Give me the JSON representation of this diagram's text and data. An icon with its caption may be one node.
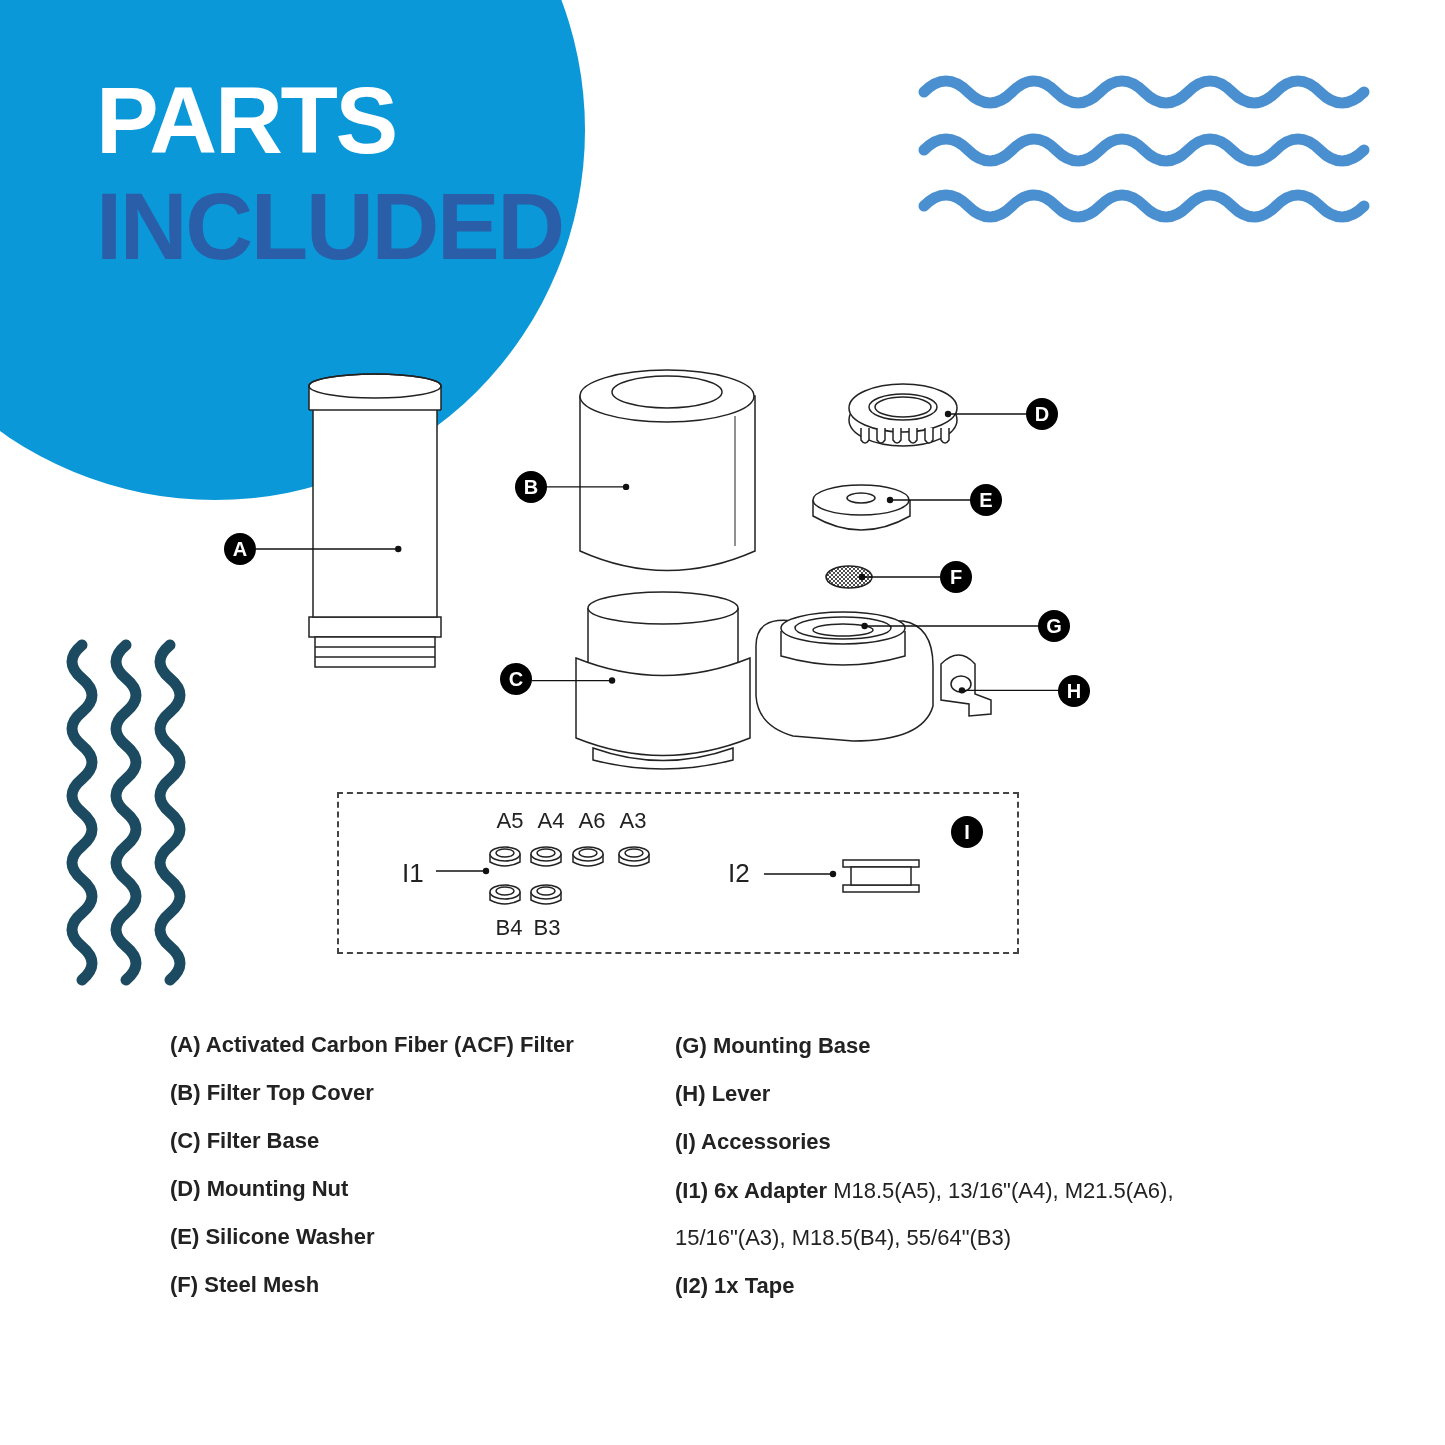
{
  "diagram": {
    "title": "PARTS INCLUDED",
    "nodes": [
      {
        "text": [
          "A"
        ]
      },
      {
        "text": [],
        "shape": "cylinder"
      },
      {
        "text": [
          "B"
        ]
      },
      {
        "text": [],
        "shape": "cylinder"
      },
      {
        "text": [
          "C"
        ]
      },
      {
        "text": [],
        "shape": "picture"
      },
      {
        "text": [
          "D"
        ]
      },
      {
        "text": [],
        "shape": "picture"
      },
      {
        "text": [
          "E"
        ]
      },
      {
        "text": [],
        "shape": "cylinder"
      },
      {
        "text": [
          "F"
        ]
      },
      {
        "text": [],
        "shape": "picture"
      },
      {
        "text": [
          "G"
        ]
      },
      {
        "text": [],
        "shape": "picture"
      },
      {
        "text": [
          "H"
        ]
      },
      {
        "text": [],
        "shape": "picture"
      },
      {
        "text": [],
        "shape": "box"
      },
      {
        "text": [
          "I1"
        ],
        "in": 16
      },
      {
        "text": [],
        "shape": "picture",
        "in": 16,
        "beside": [
          "A5",
          "A4",
          "A6",
          "A3",
          "B4",
          "B3"
        ]
      },
      {
        "text": [
          "I2"
        ],
        "in": 16
      },
      {
        "text": [],
        "shape": "picture",
        "in": 16
      },
      {
        "text": [
          "I"
        ],
        "in": 16
      }
    ],
    "edges": [
      {
        "from": 0,
        "to": 1,
        "arrow": "other"
      },
      {
        "from": 2,
        "to": 3,
        "arrow": "other"
      },
      {
        "from": 4,
        "to": 5,
        "arrow": "other"
      },
      {
        "from": 6,
        "to": 7,
        "arrow": "other"
      },
      {
        "from": 8,
        "to": 9,
        "arrow": "other"
      },
      {
        "from": 10,
        "to": 11,
        "arrow": "other"
      },
      {
        "from": 12,
        "to": 13,
        "arrow": "other"
      },
      {
        "from": 14,
        "to": 15,
        "arrow": "other"
      },
      {
        "from": 17,
        "to": 18,
        "arrow": "other"
      },
      {
        "from": 19,
        "to": 20,
        "arrow": "other"
      }
    ],
    "labels": [
      "(A) Activated Carbon Fiber (ACF) Filter",
      "(B) Filter Top Cover",
      "(C) Filter Base",
      "(D) Mounting Nut",
      "(E) Silicone Washer",
      "(F) Steel Mesh",
      "(G) Mounting Base",
      "(H) Lever",
      "(I) Accessories",
      "**(I1) 6x Adapter** M18.5(A5), 13/16\"(A4), M21.5(A6), 15/16\"(A3), M18.5(B4), 55/64\"(B3)",
      "(I2) 1x Tape"
    ]
  }
}
